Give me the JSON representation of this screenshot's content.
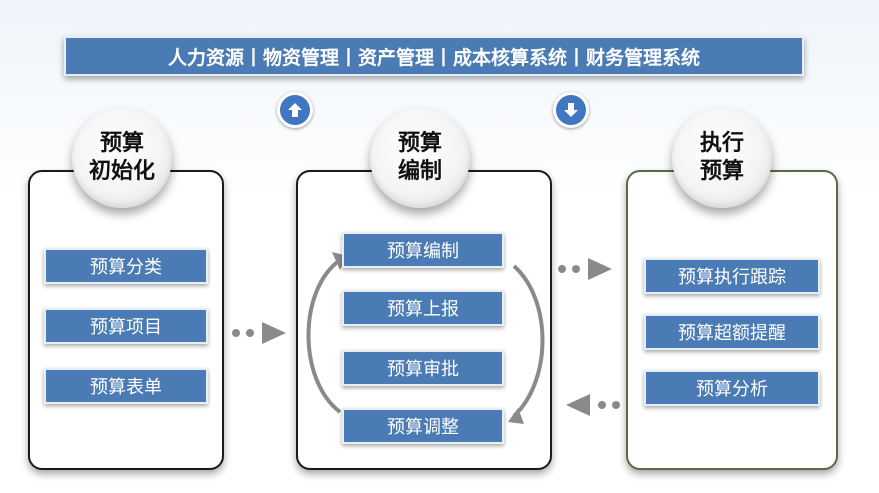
{
  "banner": {
    "text": "人力资源丨物资管理丨资产管理丨成本核算系统丨财务管理系统"
  },
  "icons": {
    "up": "arrow-up-circle-icon",
    "down": "arrow-down-circle-icon",
    "accent": "#4b7bb5"
  },
  "stages": [
    {
      "title_line1": "预算",
      "title_line2": "初始化",
      "items": [
        "预算分类",
        "预算项目",
        "预算表单"
      ]
    },
    {
      "title_line1": "预算",
      "title_line2": "编制",
      "items": [
        "预算编制",
        "预算上报",
        "预算审批",
        "预算调整"
      ]
    },
    {
      "title_line1": "执行",
      "title_line2": "预算",
      "items": [
        "预算执行跟踪",
        "预算超额提醒",
        "预算分析"
      ]
    }
  ]
}
